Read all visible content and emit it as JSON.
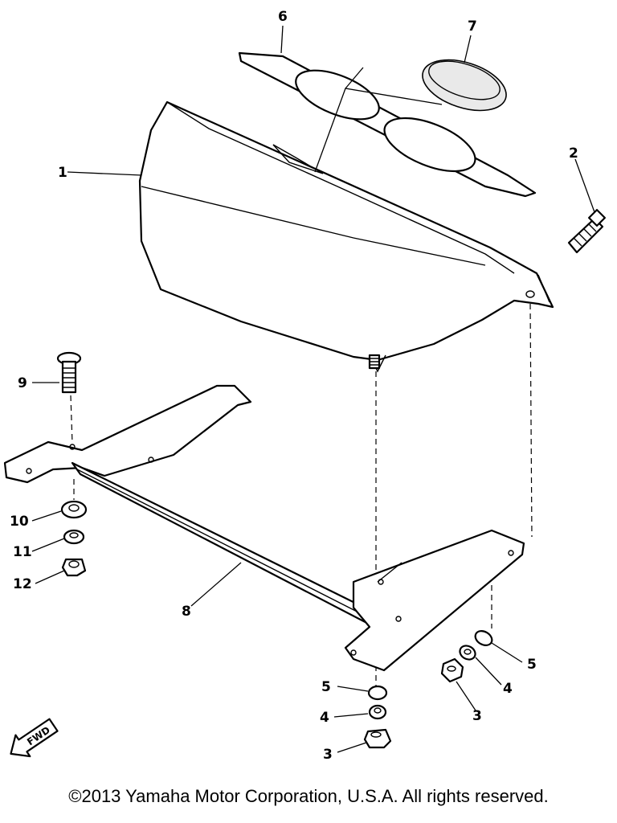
{
  "callouts": {
    "c1": "1",
    "c2": "2",
    "c3a": "3",
    "c3b": "3",
    "c4a": "4",
    "c4b": "4",
    "c5a": "5",
    "c5b": "5",
    "c6": "6",
    "c7": "7",
    "c8": "8",
    "c9": "9",
    "c10": "10",
    "c11": "11",
    "c12": "12"
  },
  "fwd_label": "FWD",
  "copyright": "©2013 Yamaha Motor Corporation, U.S.A. All rights reserved."
}
